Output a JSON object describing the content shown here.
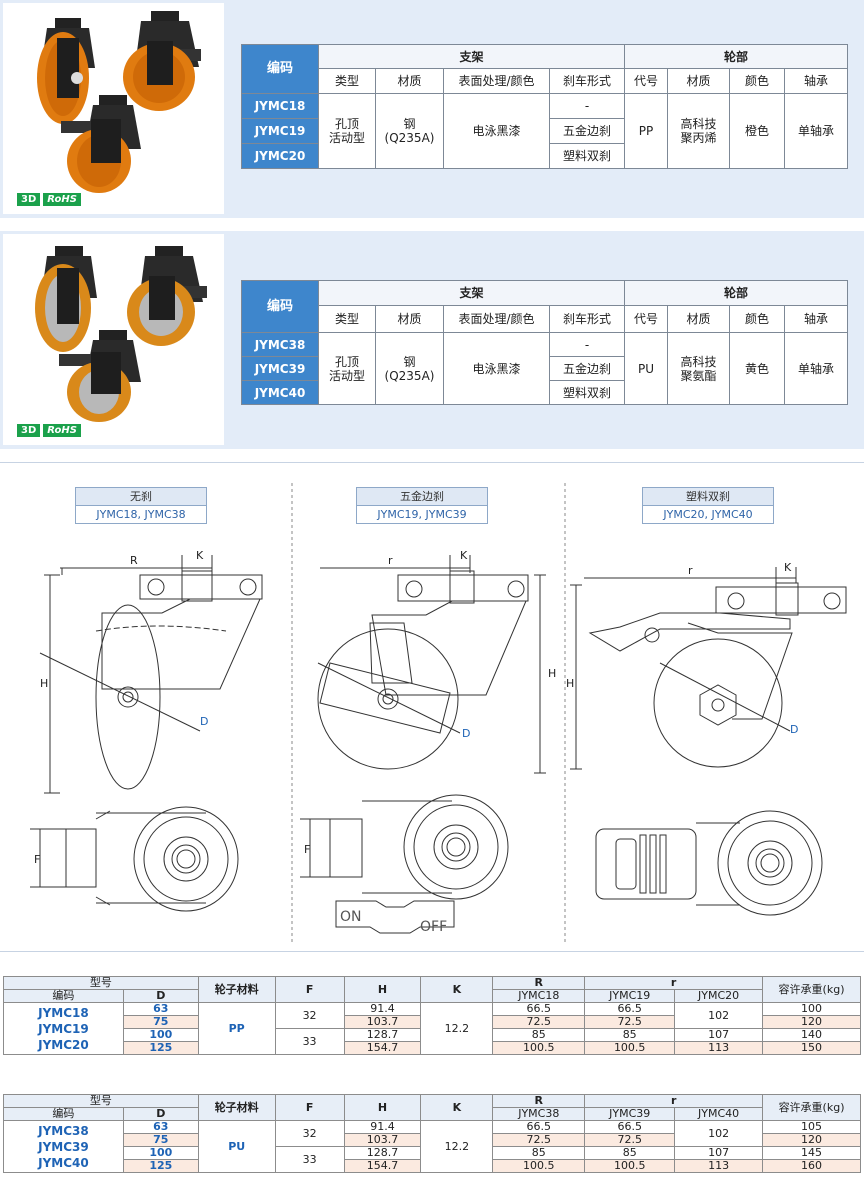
{
  "series1": {
    "badges": [
      "3D",
      "RoHS"
    ],
    "header": {
      "code": "编码",
      "bracket": "支架",
      "wheel": "轮部"
    },
    "subheaders": [
      "类型",
      "材质",
      "表面处理/颜色",
      "刹车形式",
      "代号",
      "材质",
      "颜色",
      "轴承"
    ],
    "codes": [
      "JYMC18",
      "JYMC19",
      "JYMC20"
    ],
    "type": "孔顶\n活动型",
    "material": "钢\n(Q235A)",
    "surface": "电泳黑漆",
    "brakes": [
      "-",
      "五金边刹",
      "塑料双刹"
    ],
    "wheel_code": "PP",
    "wheel_material": "高科技\n聚丙烯",
    "color": "橙色",
    "bearing": "单轴承"
  },
  "series2": {
    "badges": [
      "3D",
      "RoHS"
    ],
    "header": {
      "code": "编码",
      "bracket": "支架",
      "wheel": "轮部"
    },
    "subheaders": [
      "类型",
      "材质",
      "表面处理/颜色",
      "刹车形式",
      "代号",
      "材质",
      "颜色",
      "轴承"
    ],
    "codes": [
      "JYMC38",
      "JYMC39",
      "JYMC40"
    ],
    "type": "孔顶\n活动型",
    "material": "钢\n(Q235A)",
    "surface": "电泳黑漆",
    "brakes": [
      "-",
      "五金边刹",
      "塑料双刹"
    ],
    "wheel_code": "PU",
    "wheel_material": "高科技\n聚氨酯",
    "color": "黄色",
    "bearing": "单轴承"
  },
  "drawings": {
    "views": [
      {
        "title": "无刹",
        "models": "JYMC18, JYMC38",
        "dims": [
          "R",
          "K",
          "H",
          "D",
          "F"
        ]
      },
      {
        "title": "五金边刹",
        "models": "JYMC19, JYMC39",
        "dims": [
          "r",
          "K",
          "H",
          "D",
          "F"
        ],
        "switch": [
          "ON",
          "OFF"
        ]
      },
      {
        "title": "塑料双刹",
        "models": "JYMC20, JYMC40",
        "dims": [
          "r",
          "K",
          "H",
          "D"
        ]
      }
    ]
  },
  "dim_table1": {
    "headers": {
      "model": "型号",
      "code": "编码",
      "d": "D",
      "wheel_mat": "轮子材料",
      "f": "F",
      "h": "H",
      "k": "K",
      "R": "R",
      "r": "r",
      "load": "容许承重(kg)"
    },
    "sub_cols": [
      "JYMC18",
      "JYMC19",
      "JYMC20"
    ],
    "codes": [
      "JYMC18",
      "JYMC19",
      "JYMC20"
    ],
    "material": "PP",
    "F": [
      "32",
      "33"
    ],
    "K": "12.2",
    "rows": [
      {
        "D": "63",
        "H": "91.4",
        "R": "66.5",
        "r1": "66.5",
        "load": "100"
      },
      {
        "D": "75",
        "H": "103.7",
        "R": "72.5",
        "r1": "72.5",
        "load": "120"
      },
      {
        "D": "100",
        "H": "128.7",
        "R": "85",
        "r1": "85",
        "r2": "107",
        "load": "140"
      },
      {
        "D": "125",
        "H": "154.7",
        "R": "100.5",
        "r1": "100.5",
        "r2": "113",
        "load": "150"
      }
    ],
    "r2_merged": "102"
  },
  "dim_table2": {
    "headers": {
      "model": "型号",
      "code": "编码",
      "d": "D",
      "wheel_mat": "轮子材料",
      "f": "F",
      "h": "H",
      "k": "K",
      "R": "R",
      "r": "r",
      "load": "容许承重(kg)"
    },
    "sub_cols": [
      "JYMC38",
      "JYMC39",
      "JYMC40"
    ],
    "codes": [
      "JYMC38",
      "JYMC39",
      "JYMC40"
    ],
    "material": "PU",
    "F": [
      "32",
      "33"
    ],
    "K": "12.2",
    "rows": [
      {
        "D": "63",
        "H": "91.4",
        "R": "66.5",
        "r1": "66.5",
        "load": "105"
      },
      {
        "D": "75",
        "H": "103.7",
        "R": "72.5",
        "r1": "72.5",
        "load": "120"
      },
      {
        "D": "100",
        "H": "128.7",
        "R": "85",
        "r1": "85",
        "r2": "107",
        "load": "145"
      },
      {
        "D": "125",
        "H": "154.7",
        "R": "100.5",
        "r1": "100.5",
        "r2": "113",
        "load": "160"
      }
    ],
    "r2_merged": "102"
  }
}
